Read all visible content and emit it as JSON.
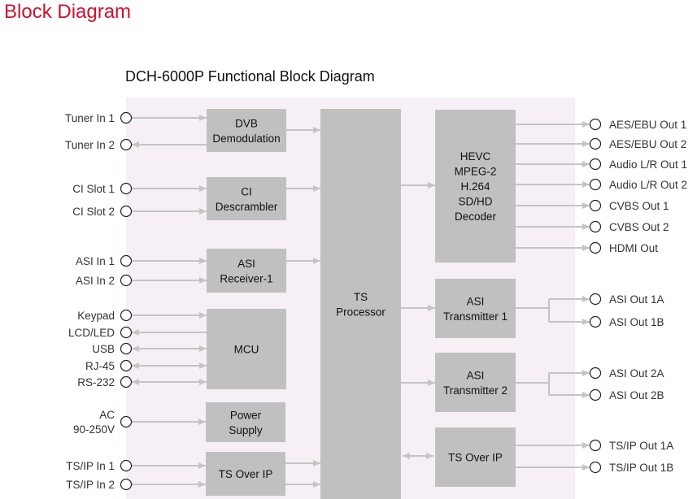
{
  "page": {
    "heading": "Block Diagram",
    "diagram_title": "DCH-6000P Functional Block Diagram",
    "accent_color": "#d0112b"
  },
  "blocks": {
    "dvb": [
      "DVB",
      "Demodulation"
    ],
    "ci": [
      "CI",
      "Descrambler"
    ],
    "asi_rx": [
      "ASI",
      "Receiver-1"
    ],
    "mcu": [
      "MCU"
    ],
    "power": [
      "Power",
      "Supply"
    ],
    "tsoip_in": [
      "TS Over IP"
    ],
    "ts_proc": [
      "TS",
      "Processor"
    ],
    "decoder": [
      "HEVC",
      "MPEG-2",
      "H.264",
      "SD/HD",
      "Decoder"
    ],
    "asi_tx1": [
      "ASI",
      "Transmitter 1"
    ],
    "asi_tx2": [
      "ASI",
      "Transmitter 2"
    ],
    "tsoip_out": [
      "TS Over IP"
    ]
  },
  "inputs": [
    {
      "label": [
        "Tuner In 1"
      ],
      "dir": "in",
      "block": "dvb"
    },
    {
      "label": [
        "Tuner In 2"
      ],
      "dir": "out",
      "block": "dvb"
    },
    {
      "label": [
        "CI Slot  1"
      ],
      "dir": "in",
      "block": "ci"
    },
    {
      "label": [
        "CI Slot  2"
      ],
      "dir": "in",
      "block": "ci"
    },
    {
      "label": [
        "ASI In 1"
      ],
      "dir": "in",
      "block": "asi_rx"
    },
    {
      "label": [
        "ASI In 2"
      ],
      "dir": "in",
      "block": "asi_rx"
    },
    {
      "label": [
        "Keypad"
      ],
      "dir": "in",
      "block": "mcu"
    },
    {
      "label": [
        "LCD/LED"
      ],
      "dir": "out",
      "block": "mcu"
    },
    {
      "label": [
        "USB"
      ],
      "dir": "both",
      "block": "mcu"
    },
    {
      "label": [
        "RJ-45"
      ],
      "dir": "both",
      "block": "mcu"
    },
    {
      "label": [
        "RS-232"
      ],
      "dir": "both",
      "block": "mcu"
    },
    {
      "label": [
        "AC",
        "90-250V"
      ],
      "dir": "in",
      "block": "power"
    },
    {
      "label": [
        "TS/IP In 1"
      ],
      "dir": "in",
      "block": "tsoip_in"
    },
    {
      "label": [
        "TS/IP In 2"
      ],
      "dir": "in",
      "block": "tsoip_in"
    }
  ],
  "outputs": [
    {
      "label": "AES/EBU Out 1",
      "block": "decoder"
    },
    {
      "label": "AES/EBU Out 2",
      "block": "decoder"
    },
    {
      "label": "Audio L/R Out 1",
      "block": "decoder"
    },
    {
      "label": "Audio L/R Out 2",
      "block": "decoder"
    },
    {
      "label": "CVBS Out 1",
      "block": "decoder"
    },
    {
      "label": "CVBS Out 2",
      "block": "decoder"
    },
    {
      "label": "HDMI Out",
      "block": "decoder"
    },
    {
      "label": "ASI Out 1A",
      "block": "asi_tx1"
    },
    {
      "label": "ASI Out 1B",
      "block": "asi_tx1"
    },
    {
      "label": "ASI Out 2A",
      "block": "asi_tx2"
    },
    {
      "label": "ASI Out 2B",
      "block": "asi_tx2"
    },
    {
      "label": "TS/IP Out 1A",
      "block": "tsoip_out"
    },
    {
      "label": "TS/IP Out 1B",
      "block": "tsoip_out"
    }
  ],
  "internal_links": [
    {
      "from": "dvb",
      "to": "ts_proc",
      "dir": "forward"
    },
    {
      "from": "ci",
      "to": "ts_proc",
      "dir": "forward"
    },
    {
      "from": "asi_rx",
      "to": "ts_proc",
      "dir": "forward"
    },
    {
      "from": "tsoip_in",
      "to": "ts_proc",
      "dir": "forward"
    },
    {
      "from": "tsoip_in",
      "to": "ts_proc",
      "dir": "forward"
    },
    {
      "from": "ts_proc",
      "to": "decoder",
      "dir": "forward"
    },
    {
      "from": "ts_proc",
      "to": "asi_tx1",
      "dir": "forward"
    },
    {
      "from": "ts_proc",
      "to": "asi_tx2",
      "dir": "forward"
    },
    {
      "from": "ts_proc",
      "to": "tsoip_out",
      "dir": "both"
    }
  ]
}
